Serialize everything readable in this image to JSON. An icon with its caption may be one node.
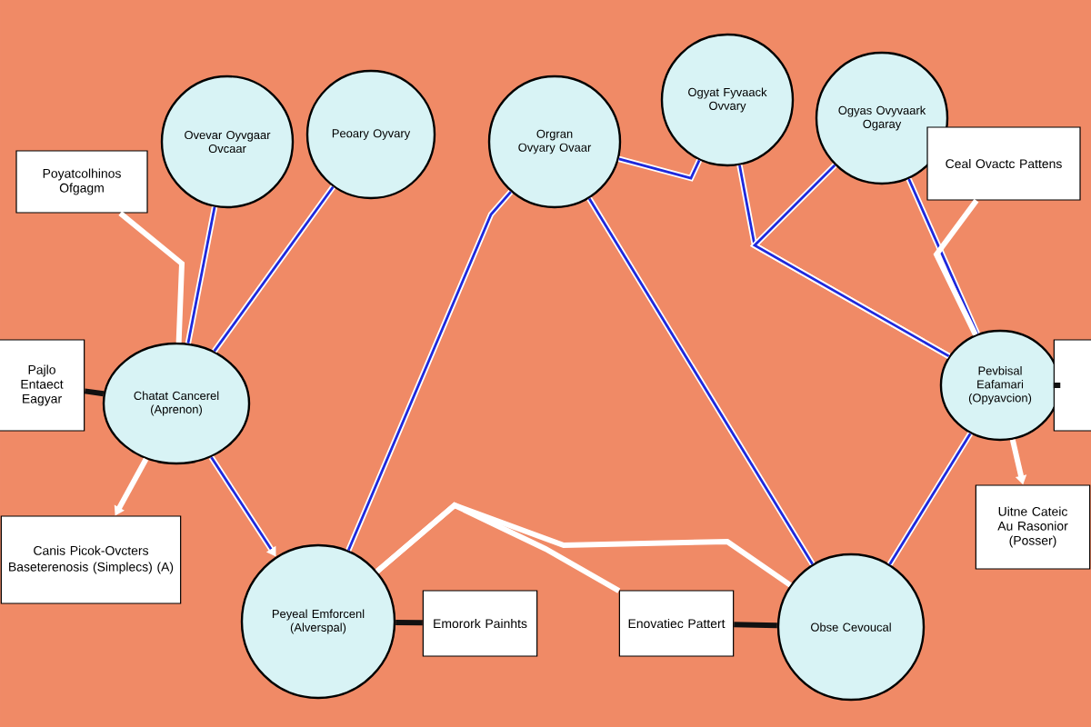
{
  "diagram": {
    "nodes": [
      {
        "text": [
          "Ovevar Oyvgaar Ovcaar"
        ]
      },
      {
        "text": [
          "Peoary Oyvary"
        ]
      },
      {
        "text": [
          "Orgran Ovyary Ovaar"
        ]
      },
      {
        "text": [
          "Ogyat Fyvaack Ovvary"
        ]
      },
      {
        "text": [
          "Ogyas Ovyvaark Ogaray"
        ]
      },
      {
        "text": [
          "Chatat Cancerel (Aprenon)"
        ]
      },
      {
        "text": [
          "Pevbisal Eafamari (Opyavcion)"
        ]
      },
      {
        "text": [
          "Peyeal Emforcenl (Alverspal)"
        ]
      },
      {
        "text": [
          "Obse Cevoucal"
        ]
      },
      {
        "text": [
          "Poyatcolhinos Ofgagm"
        ]
      },
      {
        "text": [
          "Ceal Ovactc Pattens"
        ]
      },
      {
        "text": [
          "Pajlo Entaect Eagyar"
        ]
      },
      {
        "text": [
          "Canis Picok-Ovcters",
          "Baseterenosis (Simplecs) (A)"
        ]
      },
      {
        "text": [
          "Emorork Painhts"
        ]
      },
      {
        "text": [
          "Enovatiec Pattert"
        ]
      },
      {
        "text": [],
        "shape": "box"
      },
      {
        "text": [
          "Uitne Cateic Au Rasonior (Posser)"
        ]
      }
    ],
    "edges": [
      {
        "from": 0,
        "to": 5,
        "arrow": "none"
      },
      {
        "from": 1,
        "to": 5,
        "arrow": "none"
      },
      {
        "from": 2,
        "to": 7,
        "arrow": "none"
      },
      {
        "from": 2,
        "to": 3,
        "arrow": "none"
      },
      {
        "from": 3,
        "to": 6,
        "arrow": "none"
      },
      {
        "from": 4,
        "to": 6,
        "arrow": "none"
      },
      {
        "from": 4,
        "to": 6,
        "arrow": "none"
      },
      {
        "from": 2,
        "to": 8,
        "arrow": "none"
      },
      {
        "from": 5,
        "to": 7,
        "arrow": "to"
      },
      {
        "from": 6,
        "to": 8,
        "arrow": "none"
      },
      {
        "from": 9,
        "to": 5,
        "arrow": "none",
        "color": "#ffffff"
      },
      {
        "from": 10,
        "to": 6,
        "arrow": "none",
        "color": "#ffffff"
      },
      {
        "from": 11,
        "to": 5,
        "arrow": "none",
        "color": "#111111"
      },
      {
        "from": 5,
        "to": 12,
        "arrow": "to",
        "color": "#ffffff"
      },
      {
        "from": 13,
        "to": 7,
        "arrow": "none",
        "color": "#111111"
      },
      {
        "from": 14,
        "to": 8,
        "arrow": "none",
        "color": "#111111"
      },
      {
        "from": 7,
        "to": 8,
        "arrow": "none",
        "color": "#ffffff"
      },
      {
        "from": 7,
        "to": 14,
        "arrow": "none",
        "color": "#ffffff"
      },
      {
        "from": 6,
        "to": 16,
        "arrow": "to",
        "color": "#ffffff"
      },
      {
        "from": 15,
        "to": 6,
        "arrow": "none",
        "color": "#111111"
      }
    ]
  }
}
